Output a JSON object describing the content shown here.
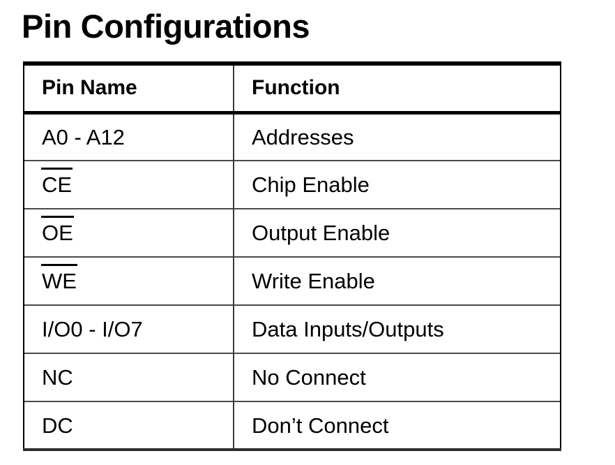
{
  "document": {
    "title": "Pin Configurations"
  },
  "table": {
    "columns": [
      {
        "key": "pin_name",
        "label": "Pin Name"
      },
      {
        "key": "function",
        "label": "Function"
      }
    ],
    "rows": [
      {
        "pin_name": "A0 - A12",
        "overline": false,
        "function": "Addresses"
      },
      {
        "pin_name": "CE",
        "overline": true,
        "function": "Chip Enable"
      },
      {
        "pin_name": "OE",
        "overline": true,
        "function": "Output Enable"
      },
      {
        "pin_name": "WE",
        "overline": true,
        "function": "Write Enable"
      },
      {
        "pin_name": "I/O0 - I/O7",
        "overline": false,
        "function": "Data Inputs/Outputs"
      },
      {
        "pin_name": "NC",
        "overline": false,
        "function": "No Connect"
      },
      {
        "pin_name": "DC",
        "overline": false,
        "function": "Don’t Connect"
      }
    ]
  },
  "colors": {
    "text": "#000000",
    "background": "#ffffff",
    "rule_heavy": "#000000",
    "rule_light": "#4a4a4a"
  }
}
